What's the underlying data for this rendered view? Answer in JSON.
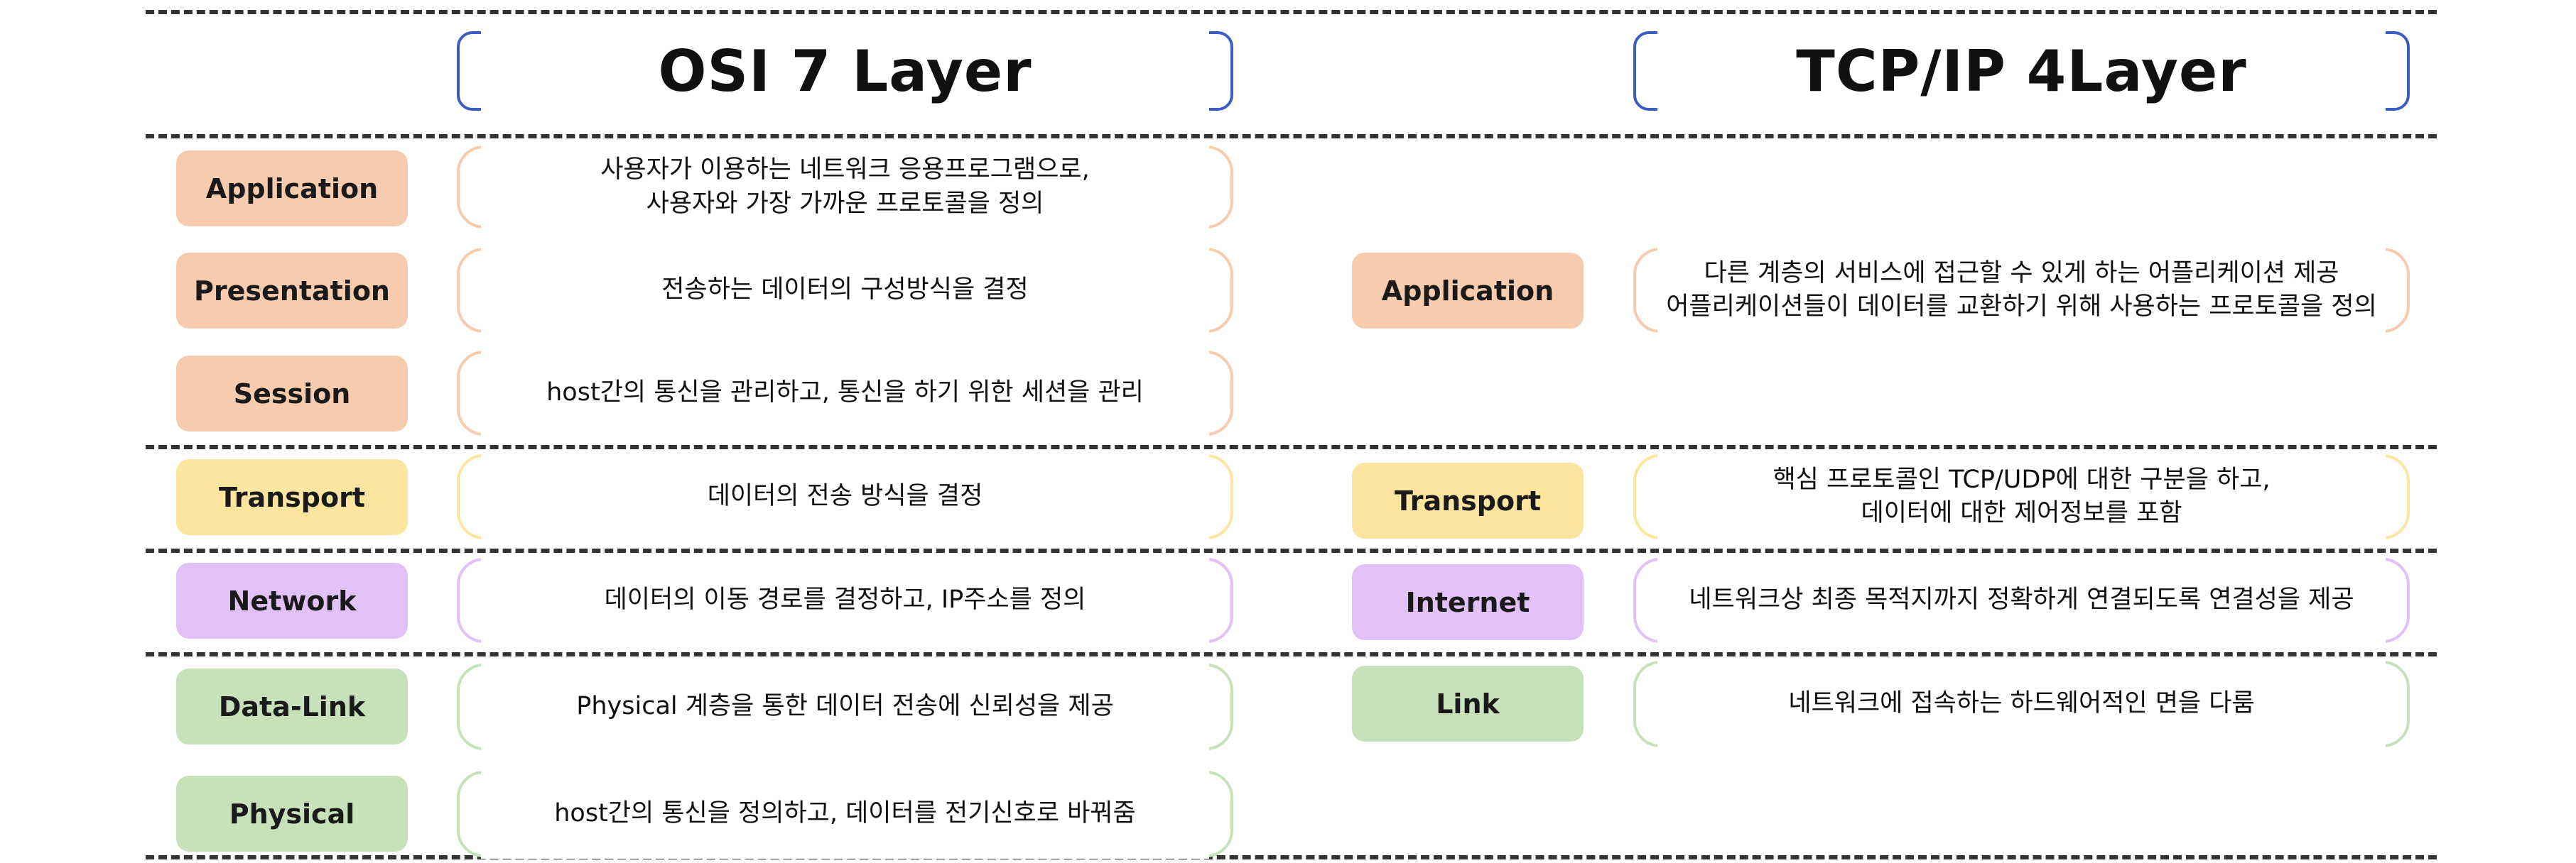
{
  "osi": {
    "title": "OSI 7 Layer",
    "layers": [
      {
        "name": "Application",
        "desc": "사용자가 이용하는 네트워크 응용프로그램으로,\n사용자와 가장 가까운 프로토콜을 정의"
      },
      {
        "name": "Presentation",
        "desc": "전송하는 데이터의 구성방식을 결정"
      },
      {
        "name": "Session",
        "desc": "host간의 통신을 관리하고, 통신을 하기 위한 세션을 관리"
      },
      {
        "name": "Transport",
        "desc": "데이터의 전송 방식을 결정"
      },
      {
        "name": "Network",
        "desc": "데이터의 이동 경로를 결정하고, IP주소를 정의"
      },
      {
        "name": "Data-Link",
        "desc": "Physical 계층을 통한 데이터 전송에 신뢰성을 제공"
      },
      {
        "name": "Physical",
        "desc": "host간의 통신을 정의하고, 데이터를 전기신호로 바꿔줌"
      }
    ]
  },
  "tcpip": {
    "title": "TCP/IP 4Layer",
    "layers": [
      {
        "name": "Application",
        "desc": "다른 계층의 서비스에 접근할 수 있게 하는 어플리케이션 제공\n어플리케이션들이 데이터를 교환하기 위해 사용하는 프로토콜을 정의"
      },
      {
        "name": "Transport",
        "desc": "핵심 프로토콜인 TCP/UDP에 대한 구분을 하고,\n데이터에 대한 제어정보를 포함"
      },
      {
        "name": "Internet",
        "desc": "네트워크상 최종 목적지까지 정확하게 연결되도록 연결성을 제공"
      },
      {
        "name": "Link",
        "desc": "네트워크에 접속하는 하드웨어적인 면을 다룸"
      }
    ]
  },
  "colors": {
    "application": "#f7cbad",
    "transport": "#fde5a0",
    "network": "#e2c1f8",
    "link": "#c7e1bb",
    "header_bracket": "#3b5cc0",
    "divider": "#333333"
  }
}
